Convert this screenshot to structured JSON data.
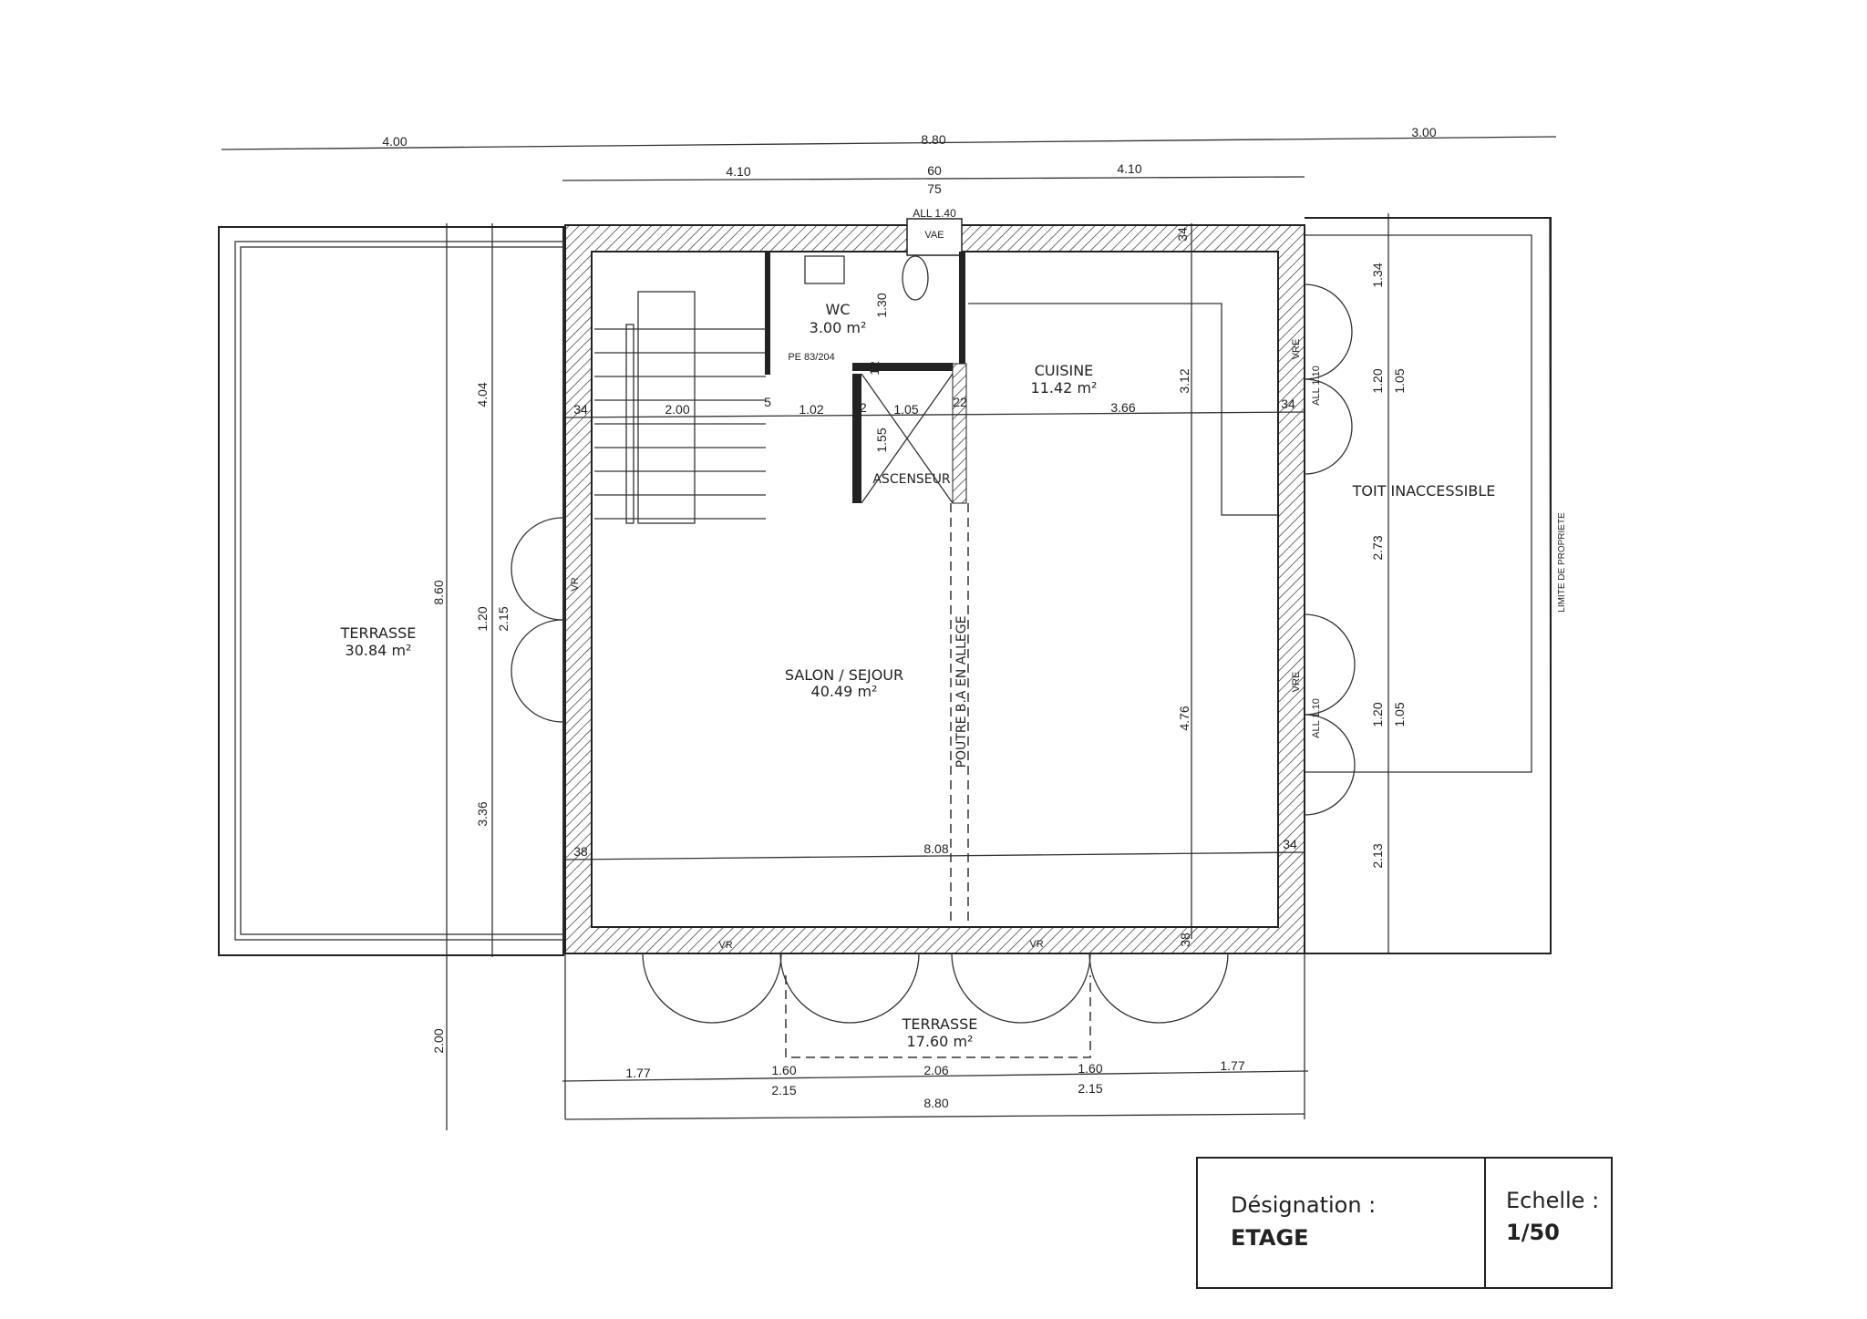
{
  "dims": {
    "top": [
      "4.00",
      "8.80",
      "3.00",
      "4.10",
      "60",
      "75",
      "4.10",
      "ALL 1.40"
    ],
    "left": [
      "8.60",
      "4.04",
      "1.20",
      "2.15",
      "3.36",
      "2.00"
    ],
    "interior": [
      "34",
      "2.00",
      "5",
      "1.02",
      "12",
      "1.05",
      "22",
      "3.66",
      "34",
      "1.30",
      "12",
      "1.55",
      "3.12",
      "4.76",
      "34",
      "8.08",
      "38",
      "34",
      "38"
    ],
    "right": [
      "1.34",
      "1.20",
      "1.05",
      "2.73",
      "1.20",
      "1.05",
      "2.13"
    ],
    "bottom": [
      "1.77",
      "1.60",
      "2.06",
      "1.60",
      "1.77",
      "2.15",
      "2.15",
      "8.80"
    ]
  },
  "rooms": {
    "wc": {
      "name": "WC",
      "area": "3.00 m²"
    },
    "door_ref": "PE 83/204",
    "cuisine": {
      "name": "CUISINE",
      "area": "11.42 m²"
    },
    "ascenseur": "ASCENSEUR",
    "salon": {
      "name": "SALON / SEJOUR",
      "area": "40.49 m²"
    },
    "poutre": "POUTRE B.A EN ALLEGE",
    "terrasse_left": {
      "name": "TERRASSE",
      "area": "30.84 m²"
    },
    "terrasse_bottom": {
      "name": "TERRASSE",
      "area": "17.60 m²"
    },
    "toit": "TOIT INACCESSIBLE",
    "limite": "LIMITE DE PROPRIETE"
  },
  "openings": [
    "VAE",
    "VR",
    "VRE",
    "ALL 1.10",
    "VRE",
    "ALL 1.10",
    "VR",
    "VR"
  ],
  "title_block": {
    "designation_label": "Désignation :",
    "designation_value": "ETAGE",
    "scale_label": "Echelle :",
    "scale_value": "1/50"
  }
}
